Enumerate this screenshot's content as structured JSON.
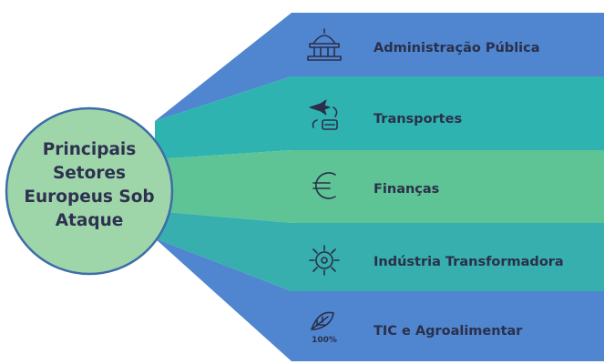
{
  "hub": {
    "lines": [
      "Principais",
      "Setores",
      "Europeus Sob",
      "Ataque"
    ]
  },
  "sectors": [
    {
      "label": "Administração Pública",
      "icon": "government-building-icon",
      "color": "#4f86cf"
    },
    {
      "label": "Transportes",
      "icon": "transport-plane-car-icon",
      "color": "#2eb3b0"
    },
    {
      "label": "Finanças",
      "icon": "euro-icon",
      "color": "#5ec395"
    },
    {
      "label": "Indústria Transformadora",
      "icon": "industry-gear-icon",
      "color": "#36afae"
    },
    {
      "label": "TIC e Agroalimentar",
      "icon": "agri-food-leaf-icon",
      "color": "#4f86cf"
    }
  ],
  "icon_text": {
    "agri_badge": "100%"
  },
  "colors": {
    "hub_fill": "#9ed6aa",
    "hub_stroke": "#3e6ca8",
    "text": "#2b2f4a"
  }
}
